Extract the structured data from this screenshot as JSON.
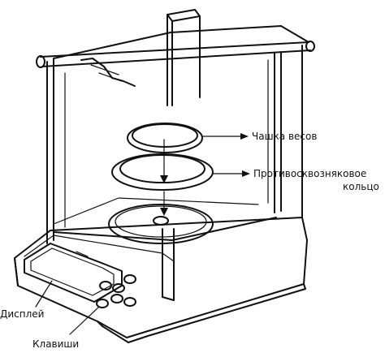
{
  "labels": {
    "pan": "Чашка весов",
    "ring_line1": "Противосквозняковое",
    "ring_line2": "кольцо",
    "display": "Дисплей",
    "keys": "Клавиши"
  }
}
